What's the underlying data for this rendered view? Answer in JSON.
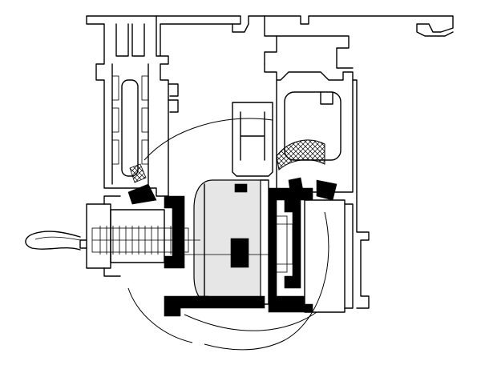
{
  "figure": {
    "background": "#ffffff",
    "ink": "#000000",
    "parts": [
      "outer-frame-profile",
      "sash-profile",
      "lock-cylinder",
      "cable-handle",
      "gasket-hatch",
      "hinge-block",
      "swing-arc"
    ]
  }
}
